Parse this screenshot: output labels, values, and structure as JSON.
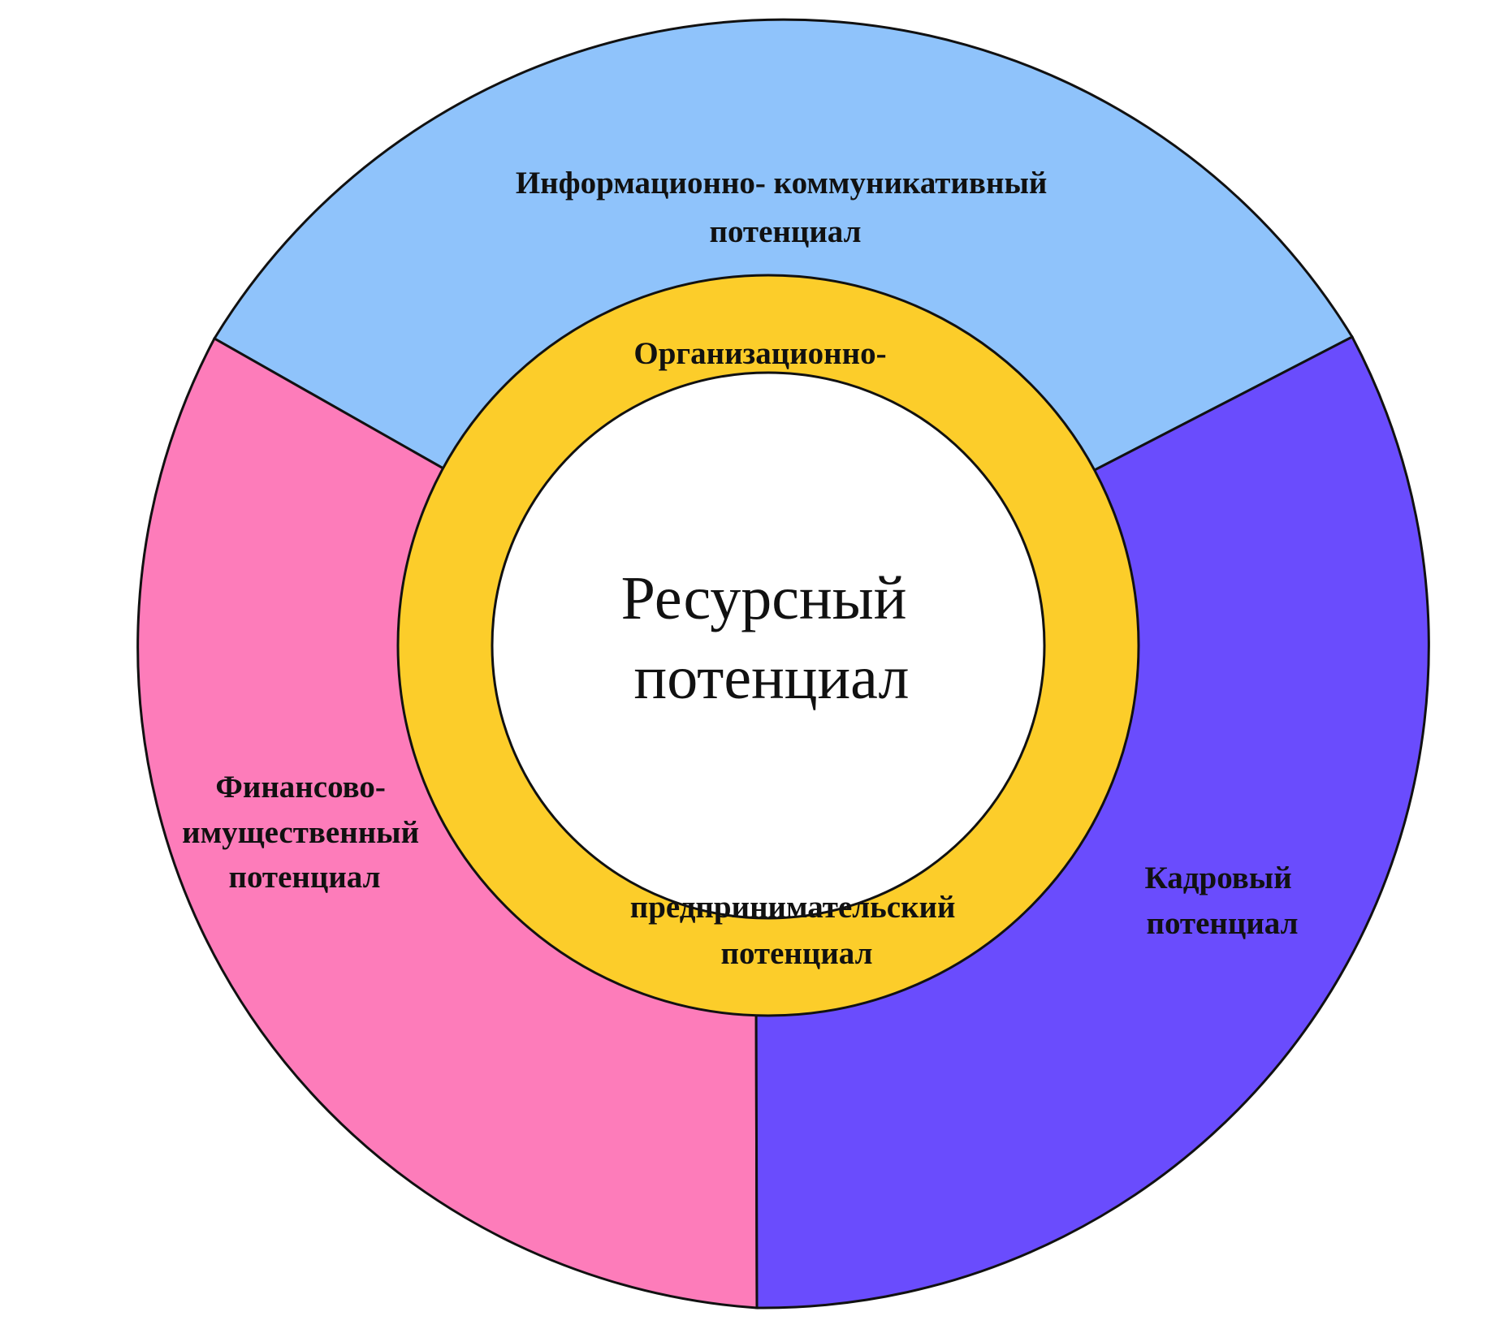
{
  "diagram": {
    "center": {
      "lines": [
        "Ресурсный",
        "потенциал"
      ],
      "color": "#ffffff"
    },
    "ring": {
      "top_line": "Организационно-",
      "bottom_lines": [
        "предпринимательский",
        "потенциал"
      ],
      "color": "#fccd2a"
    },
    "segments": [
      {
        "id": "info",
        "lines": [
          "Информационно- коммуникативный",
          "потенциал"
        ],
        "color": "#8fc3fb"
      },
      {
        "id": "finance",
        "lines": [
          "Финансово-",
          "имущественный",
          "потенциал"
        ],
        "color": "#fd7cba"
      },
      {
        "id": "staff",
        "lines": [
          "Кадровый",
          "потенциал"
        ],
        "color": "#6a4cfd"
      }
    ],
    "outline_color": "#111111"
  }
}
